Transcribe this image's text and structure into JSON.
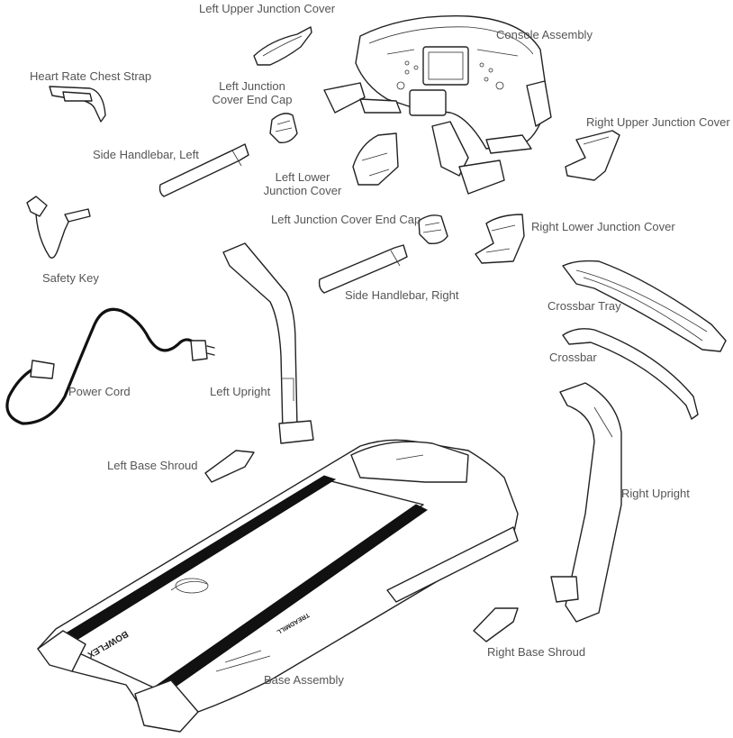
{
  "labels": {
    "left_upper_junction_cover": "Left Upper Junction Cover",
    "console_assembly": "Console Assembly",
    "heart_rate_chest_strap": "Heart Rate Chest Strap",
    "left_junction_cover_end_cap_1": "Left Junction",
    "left_junction_cover_end_cap_2": "Cover End Cap",
    "right_upper_junction_cover": "Right Upper Junction Cover",
    "side_handlebar_left": "Side Handlebar, Left",
    "left_lower_junction_cover_1": "Left Lower",
    "left_lower_junction_cover_2": "Junction Cover",
    "left_junction_cover_end_cap_b": "Left Junction Cover End Cap",
    "right_lower_junction_cover": "Right Lower Junction Cover",
    "safety_key": "Safety Key",
    "side_handlebar_right": "Side Handlebar, Right",
    "crossbar_tray": "Crossbar Tray",
    "crossbar": "Crossbar",
    "power_cord": "Power Cord",
    "left_upright": "Left Upright",
    "left_base_shroud": "Left Base Shroud",
    "right_upright": "Right Upright",
    "right_base_shroud": "Right Base Shroud",
    "base_assembly": "Base Assembly"
  },
  "logos": {
    "brand": "BOWFLEX",
    "model": "TREADMILL"
  },
  "colors": {
    "line": "#222222",
    "label": "#555555",
    "belt": "#111111"
  }
}
